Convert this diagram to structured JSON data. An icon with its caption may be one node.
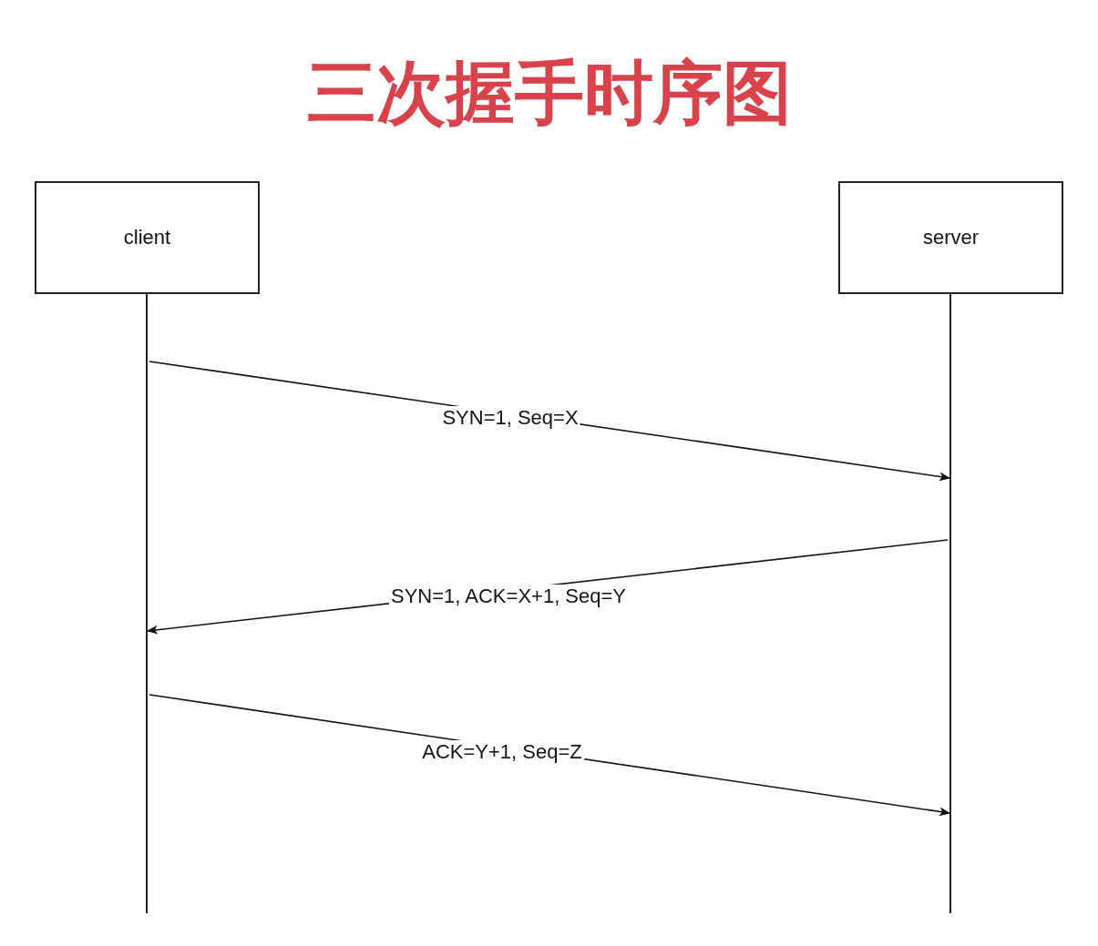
{
  "diagram": {
    "title": "三次握手时序图",
    "nodes": [
      {
        "text": [
          "client"
        ]
      },
      {
        "text": [
          "server"
        ]
      }
    ],
    "edges": [
      {
        "from": 0,
        "to": 1,
        "arrow": "to",
        "label": "SYN=1, Seq=X"
      },
      {
        "from": 1,
        "to": 0,
        "arrow": "to",
        "label": "SYN=1, ACK=X+1, Seq=Y"
      },
      {
        "from": 0,
        "to": 1,
        "arrow": "to",
        "label": "ACK=Y+1, Seq=Z"
      }
    ]
  }
}
